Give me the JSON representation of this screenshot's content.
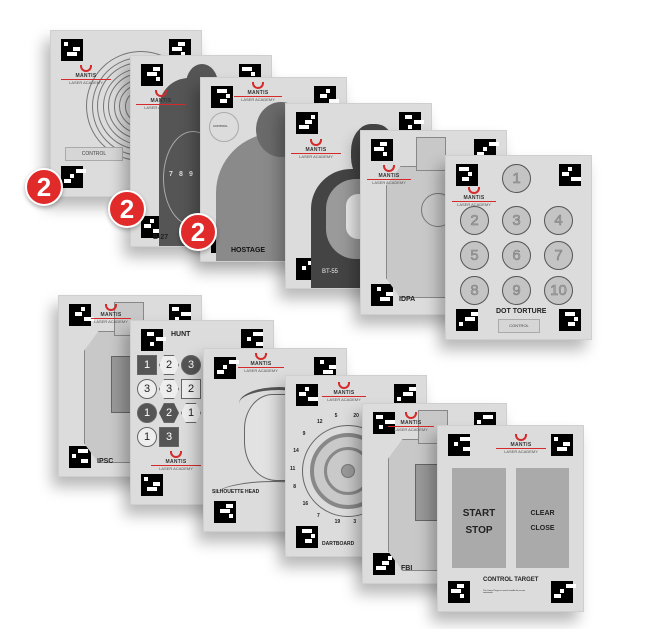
{
  "brand": {
    "name": "MANTIS",
    "sub": "LASER ACADEMY",
    "accent": "#d42a2a"
  },
  "badge_text": "2",
  "badge_color": "#e12b2b",
  "cards": [
    {
      "id": "bullseye",
      "label": "",
      "control": "CONTROL"
    },
    {
      "id": "b27",
      "label": "B-27",
      "numbers": [
        "7",
        "8",
        "9"
      ]
    },
    {
      "id": "hostage",
      "label": "HOSTAGE",
      "control": "CONTROL"
    },
    {
      "id": "bt55",
      "label": "BT-55"
    },
    {
      "id": "idpa",
      "label": "IDPA"
    },
    {
      "id": "dot-torture",
      "label": "DOT TORTURE",
      "control": "CONTROL",
      "dots": [
        "1",
        "2",
        "3",
        "4",
        "5",
        "6",
        "7",
        "8",
        "9",
        "10"
      ]
    },
    {
      "id": "ipsc",
      "label": "IPSC"
    },
    {
      "id": "hunt",
      "label": "HUNT",
      "shapes": [
        "1",
        "2",
        "3",
        "3",
        "3",
        "2",
        "1",
        "2",
        "1",
        "1",
        "3"
      ]
    },
    {
      "id": "silhouette-head",
      "label": "SILHOUETTE HEAD"
    },
    {
      "id": "dartboard",
      "label": "DARTBOARD",
      "numbers": [
        "20",
        "5",
        "12",
        "9",
        "14",
        "11",
        "8",
        "16",
        "7",
        "19",
        "3"
      ]
    },
    {
      "id": "fbi",
      "label": "FBI"
    },
    {
      "id": "control-target",
      "label": "CONTROL TARGET",
      "left_panel": [
        "START",
        "STOP"
      ],
      "right_panel": [
        "CLEAR",
        "CLOSE"
      ],
      "note": "The Control Target is used to handle the screen commands"
    }
  ]
}
